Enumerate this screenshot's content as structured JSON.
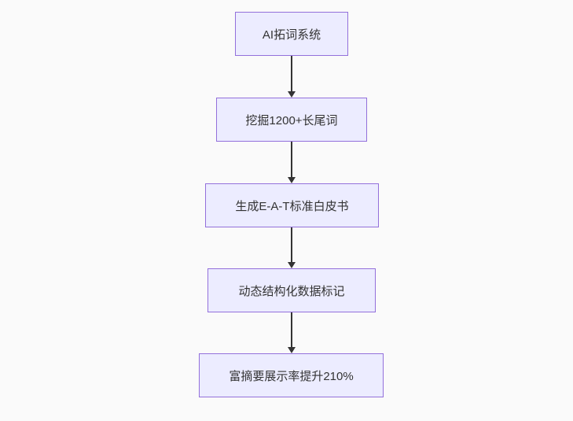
{
  "flowchart": {
    "type": "flowchart-top-down",
    "nodes": [
      {
        "label": "AI拓词系统"
      },
      {
        "label": "挖掘1200+长尾词"
      },
      {
        "label": "生成E-A-T标准白皮书"
      },
      {
        "label": "动态结构化数据标记"
      },
      {
        "label": "富摘要展示率提升210%"
      }
    ],
    "edges": [
      {
        "from": 0,
        "to": 1
      },
      {
        "from": 1,
        "to": 2
      },
      {
        "from": 2,
        "to": 3
      },
      {
        "from": 3,
        "to": 4
      }
    ],
    "colors": {
      "background": "#fafafa",
      "node_fill": "#ECECFF",
      "node_border": "#9370DB",
      "text": "#333333",
      "arrow": "#333333"
    }
  }
}
